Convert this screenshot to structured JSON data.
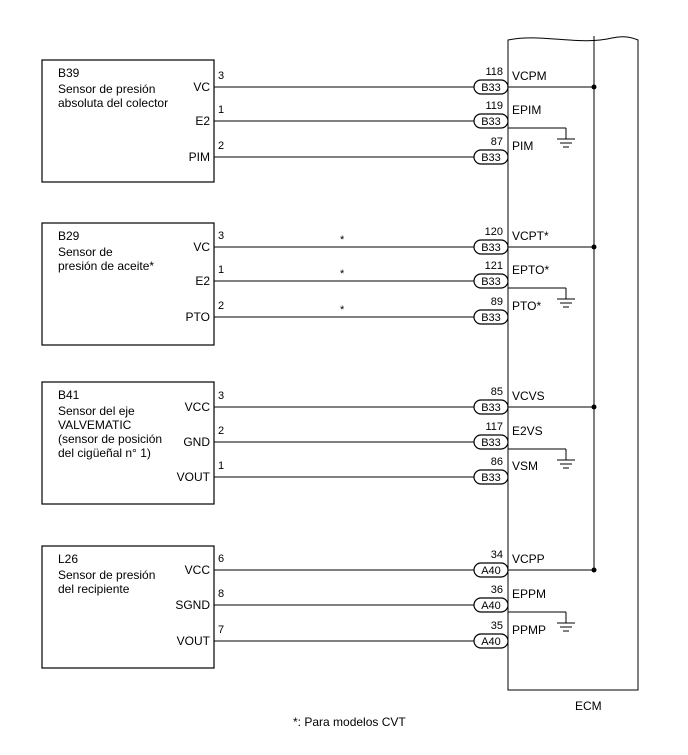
{
  "sensors": [
    {
      "code": "B39",
      "name_lines": [
        "Sensor de presión",
        "absoluta del colector"
      ],
      "pins": [
        {
          "label": "VC",
          "pin": "3",
          "ecm_pin": "118",
          "connector": "B33",
          "signal": "VCPM",
          "asterisk": false,
          "ground": false,
          "bus": true
        },
        {
          "label": "E2",
          "pin": "1",
          "ecm_pin": "119",
          "connector": "B33",
          "signal": "EPIM",
          "asterisk": false,
          "ground": true,
          "bus": false
        },
        {
          "label": "PIM",
          "pin": "2",
          "ecm_pin": "87",
          "connector": "B33",
          "signal": "PIM",
          "asterisk": false,
          "ground": false,
          "bus": false
        }
      ]
    },
    {
      "code": "B29",
      "name_lines": [
        "Sensor de",
        "presión de aceite*"
      ],
      "pins": [
        {
          "label": "VC",
          "pin": "3",
          "ecm_pin": "120",
          "connector": "B33",
          "signal": "VCPT*",
          "asterisk": true,
          "ground": false,
          "bus": true
        },
        {
          "label": "E2",
          "pin": "1",
          "ecm_pin": "121",
          "connector": "B33",
          "signal": "EPTO*",
          "asterisk": true,
          "ground": true,
          "bus": false
        },
        {
          "label": "PTO",
          "pin": "2",
          "ecm_pin": "89",
          "connector": "B33",
          "signal": "PTO*",
          "asterisk": true,
          "ground": false,
          "bus": false
        }
      ]
    },
    {
      "code": "B41",
      "name_lines": [
        "Sensor del eje",
        "VALVEMATIC",
        "(sensor de posición",
        "del cigüeñal n° 1)"
      ],
      "pins": [
        {
          "label": "VCC",
          "pin": "3",
          "ecm_pin": "85",
          "connector": "B33",
          "signal": "VCVS",
          "asterisk": false,
          "ground": false,
          "bus": true
        },
        {
          "label": "GND",
          "pin": "2",
          "ecm_pin": "117",
          "connector": "B33",
          "signal": "E2VS",
          "asterisk": false,
          "ground": true,
          "bus": false
        },
        {
          "label": "VOUT",
          "pin": "1",
          "ecm_pin": "86",
          "connector": "B33",
          "signal": "VSM",
          "asterisk": false,
          "ground": false,
          "bus": false
        }
      ]
    },
    {
      "code": "L26",
      "name_lines": [
        "Sensor de presión",
        "del recipiente"
      ],
      "pins": [
        {
          "label": "VCC",
          "pin": "6",
          "ecm_pin": "34",
          "connector": "A40",
          "signal": "VCPP",
          "asterisk": false,
          "ground": false,
          "bus": true
        },
        {
          "label": "SGND",
          "pin": "8",
          "ecm_pin": "36",
          "connector": "A40",
          "signal": "EPPM",
          "asterisk": false,
          "ground": true,
          "bus": false
        },
        {
          "label": "VOUT",
          "pin": "7",
          "ecm_pin": "35",
          "connector": "A40",
          "signal": "PPMP",
          "asterisk": false,
          "ground": false,
          "bus": false
        }
      ]
    }
  ],
  "ecm_label": "ECM",
  "wire_asterisk": "*",
  "footnote": "*: Para modelos CVT"
}
